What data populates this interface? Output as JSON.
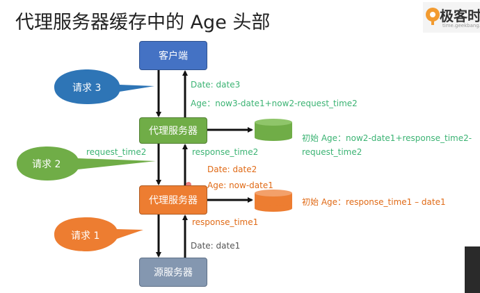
{
  "title": "代理服务器缓存中的 Age 头部",
  "logo": {
    "text": "极客时",
    "sub": "time.geekbang.org"
  },
  "boxes": {
    "client": "客户端",
    "proxy_top": "代理服务器",
    "proxy_bottom": "代理服务器",
    "origin": "源服务器"
  },
  "bubbles": {
    "req3": "请求 3",
    "req2": "请求 2",
    "req1": "请求 1"
  },
  "labels": {
    "date3": "Date: date3",
    "age3": "Age：now3-date1+now2-request_time2",
    "request_time2": "request_time2",
    "response_time2": "response_time2",
    "date2": "Date: date2",
    "age2": "Age: now-date1",
    "response_time1": "response_time1",
    "date1": "Date: date1",
    "initial_age_top_1": "初始 Age：now2-date1+response_time2-",
    "initial_age_top_2": "request_time2",
    "initial_age_bottom": "初始 Age：response_time1 – date1"
  },
  "colors": {
    "blue_box": "#4472c4",
    "green_box": "#70ad47",
    "orange_box": "#ed7d31",
    "gray_box": "#8497b0",
    "req3_bubble": "#2e75b6",
    "req2_bubble": "#70ad47",
    "req1_bubble": "#ed7d31",
    "green_cache": "#70ad47",
    "orange_cache": "#ed7d31"
  }
}
